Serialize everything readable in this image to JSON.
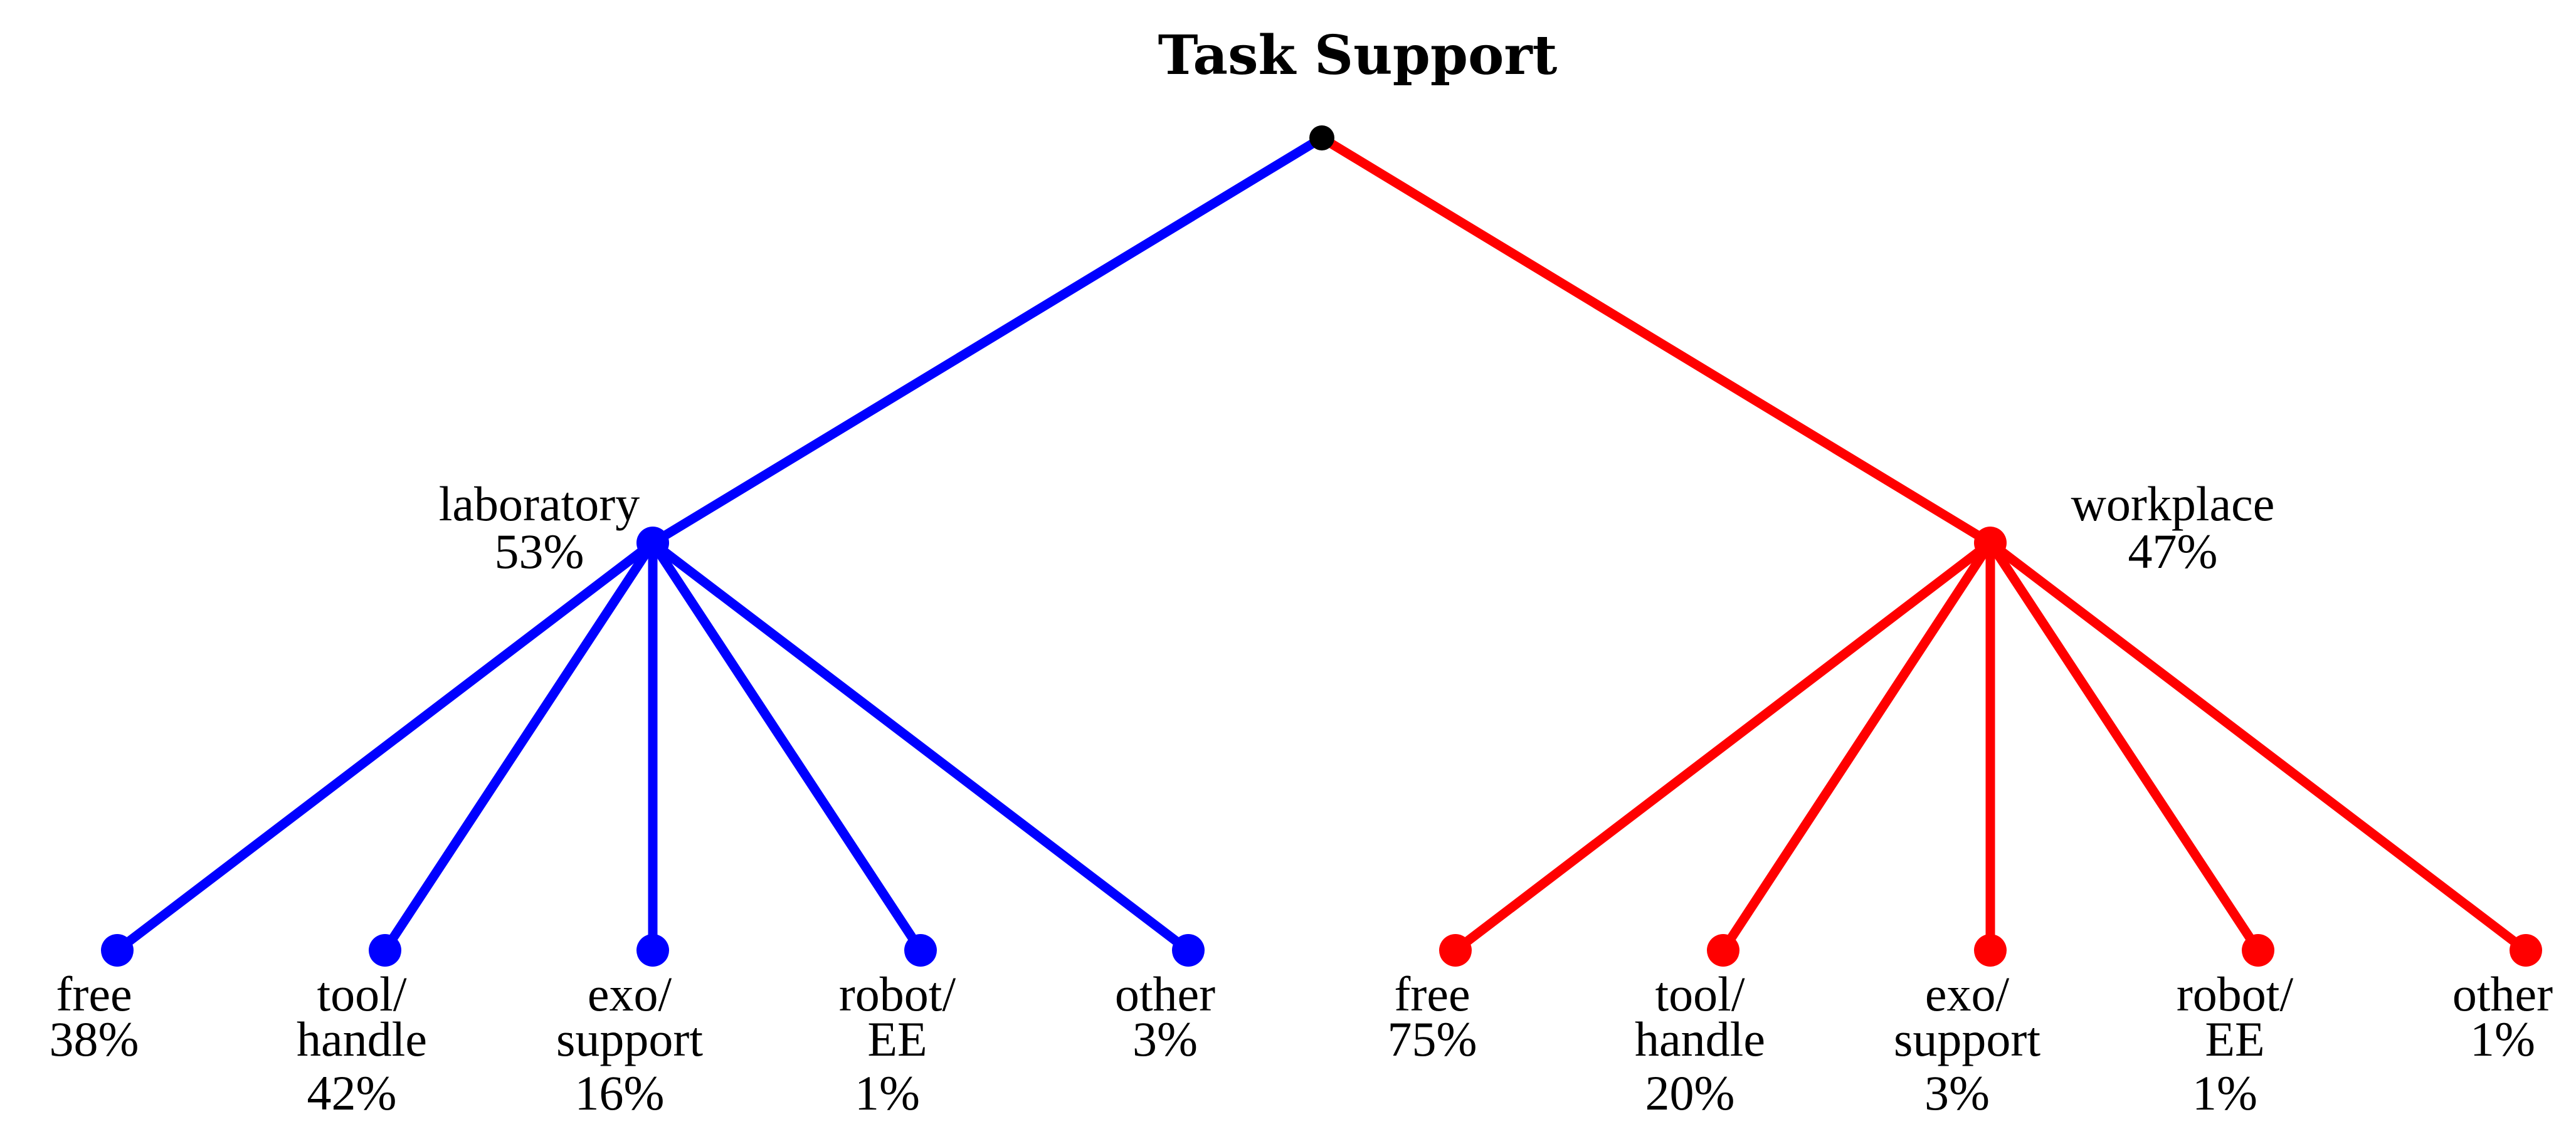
{
  "title": "Task Support",
  "root": {
    "color": "#000000"
  },
  "branches": [
    {
      "name": "laboratory",
      "percent": "53%",
      "color": "#0000ff",
      "leaves": [
        {
          "label": [
            "free"
          ],
          "percent": "38%"
        },
        {
          "label": [
            "tool/",
            "handle"
          ],
          "percent": "42%"
        },
        {
          "label": [
            "exo/",
            "support"
          ],
          "percent": "16%"
        },
        {
          "label": [
            "robot/",
            "EE"
          ],
          "percent": "1%"
        },
        {
          "label": [
            "other"
          ],
          "percent": "3%"
        }
      ]
    },
    {
      "name": "workplace",
      "percent": "47%",
      "color": "#ff0000",
      "leaves": [
        {
          "label": [
            "free"
          ],
          "percent": "75%"
        },
        {
          "label": [
            "tool/",
            "handle"
          ],
          "percent": "20%"
        },
        {
          "label": [
            "exo/",
            "support"
          ],
          "percent": "3%"
        },
        {
          "label": [
            "robot/",
            "EE"
          ],
          "percent": "1%"
        },
        {
          "label": [
            "other"
          ],
          "percent": "1%"
        }
      ]
    }
  ]
}
